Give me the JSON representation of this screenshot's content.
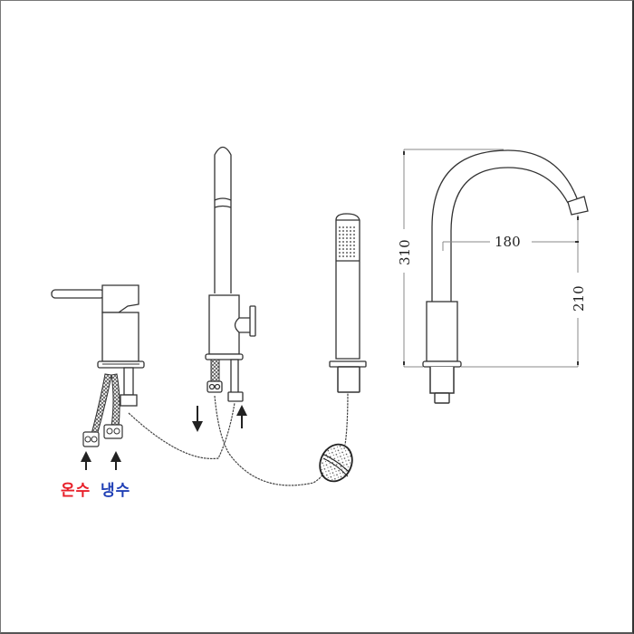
{
  "diagram": {
    "subject": "3-hole bath faucet set technical drawing",
    "components": [
      {
        "id": "mixer-valve",
        "name": "single lever mixer valve"
      },
      {
        "id": "tall-faucet",
        "name": "tall faucet with side diverter knob"
      },
      {
        "id": "hand-shower",
        "name": "pull-out hand shower"
      },
      {
        "id": "gooseneck-spout",
        "name": "gooseneck spout"
      }
    ],
    "dimensions": {
      "height": "310",
      "reach": "180",
      "spout_clearance": "210"
    },
    "labels": {
      "hot_water": "온수",
      "cold_water": "냉수"
    },
    "colors": {
      "hot": "#e8202a",
      "cold": "#1f3fb5",
      "line": "#333333",
      "dim_line": "#888888"
    }
  }
}
